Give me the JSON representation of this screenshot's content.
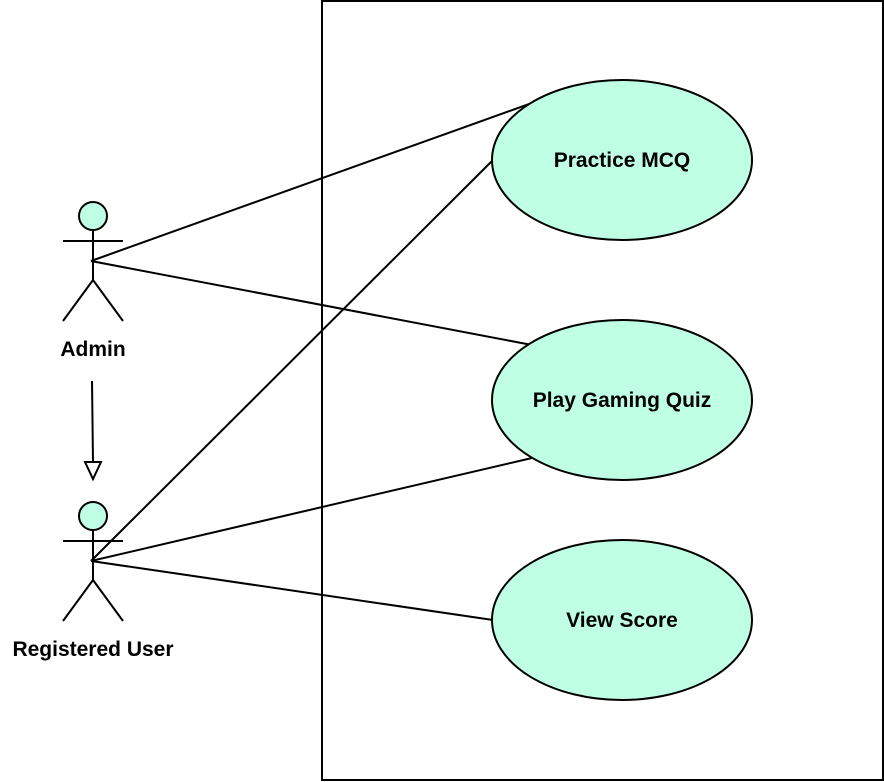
{
  "actors": [
    {
      "id": "admin",
      "label": "Admin"
    },
    {
      "id": "registered_user",
      "label": "Registered User"
    }
  ],
  "use_cases": [
    {
      "id": "practice_mcq",
      "label": "Practice MCQ"
    },
    {
      "id": "play_gaming_quiz",
      "label": "Play Gaming Quiz"
    },
    {
      "id": "view_score",
      "label": "View Score"
    }
  ],
  "associations": [
    {
      "from": "admin",
      "to": "practice_mcq"
    },
    {
      "from": "admin",
      "to": "play_gaming_quiz"
    },
    {
      "from": "registered_user",
      "to": "practice_mcq"
    },
    {
      "from": "registered_user",
      "to": "play_gaming_quiz"
    },
    {
      "from": "registered_user",
      "to": "view_score"
    }
  ],
  "generalizations": [
    {
      "from": "admin",
      "to": "registered_user"
    }
  ],
  "colors": {
    "use_case_fill": "#BFFFE3",
    "actor_head_fill": "#BFFFE3",
    "stroke": "#000000"
  }
}
